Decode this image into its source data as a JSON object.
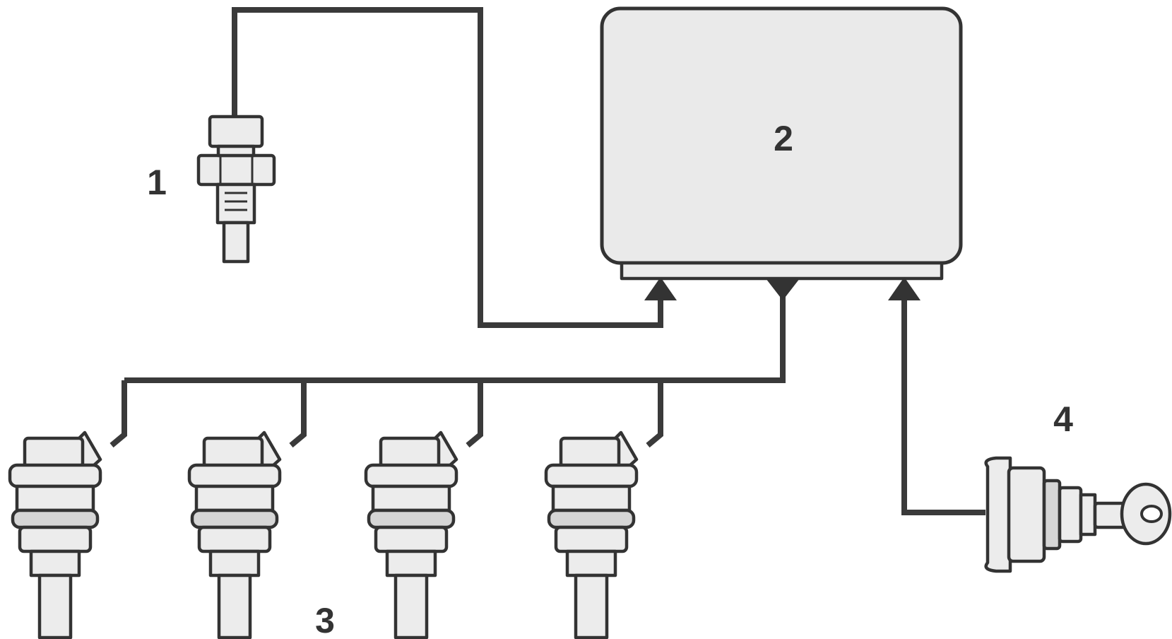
{
  "diagram": {
    "labels": {
      "sensor": "1",
      "control_unit": "2",
      "injectors": "3",
      "ignition_switch": "4"
    }
  }
}
